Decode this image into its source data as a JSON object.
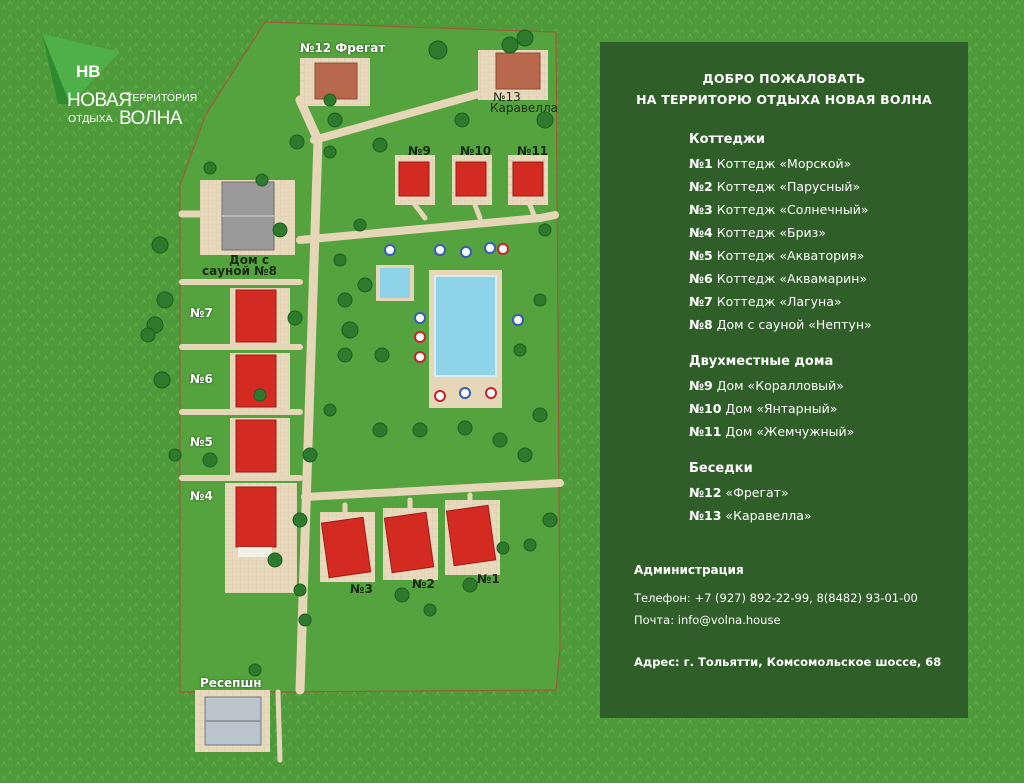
{
  "logo": {
    "mark": "НВ",
    "line1_big": "НОВАЯ",
    "line1_small": "ТЕРРИТОРИЯ",
    "line2_small": "ОТДЫХА",
    "line2_big": "ВОЛНА"
  },
  "map_labels": {
    "fregat": "№12 Фрегат",
    "karavella_num": "№13",
    "karavella_name": "Каравелла",
    "n9": "№9",
    "n10": "№10",
    "n11": "№11",
    "sauna_line1": "Дом с",
    "sauna_line2": "сауной №8",
    "n7": "№7",
    "n6": "№6",
    "n5": "№5",
    "n4": "№4",
    "n3": "№3",
    "n2": "№2",
    "n1": "№1",
    "reception": "Ресепшн"
  },
  "panel": {
    "welcome_line1": "ДОБРО ПОЖАЛОВАТЬ",
    "welcome_line2": "НА ТЕРРИТОРЮ ОТДЫХА НОВАЯ ВОЛНА",
    "sections": [
      {
        "title": "Коттеджи",
        "items": [
          {
            "num": "№1",
            "text": "Коттедж «Морской»"
          },
          {
            "num": "№2",
            "text": "Коттедж «Парусный»"
          },
          {
            "num": "№3",
            "text": "Коттедж «Солнечный»"
          },
          {
            "num": "№4",
            "text": "Коттедж «Бриз»"
          },
          {
            "num": "№5",
            "text": "Коттедж «Акватория»"
          },
          {
            "num": "№6",
            "text": "Коттедж «Аквамарин»"
          },
          {
            "num": "№7",
            "text": "Коттедж «Лагуна»"
          },
          {
            "num": "№8",
            "text": "Дом с сауной «Нептун»"
          }
        ]
      },
      {
        "title": "Двухместные дома",
        "items": [
          {
            "num": "№9",
            "text": "Дом «Коралловый»"
          },
          {
            "num": "№10",
            "text": "Дом «Янтарный»"
          },
          {
            "num": "№11",
            "text": "Дом «Жемчужный»"
          }
        ]
      },
      {
        "title": "Беседки",
        "items": [
          {
            "num": "№12",
            "text": "«Фрегат»"
          },
          {
            "num": "№13",
            "text": "«Каравелла»"
          }
        ]
      }
    ],
    "admin_title": "Администрация",
    "phone": "Телефон: +7 (927) 892-22-99,  8(8482) 93-01-00",
    "email": "Почта: info@volna.house",
    "address": "Адрес: г. Тольятти, Комсомольское шоссе, 68"
  },
  "colors": {
    "grass": "#4e9a3a",
    "panel": "#2f5e28",
    "roof_red": "#d32b22",
    "roof_brown": "#b8684c",
    "path": "#e6d6b8",
    "pool": "#8fd3e8",
    "tree": "#2e7a2c"
  }
}
